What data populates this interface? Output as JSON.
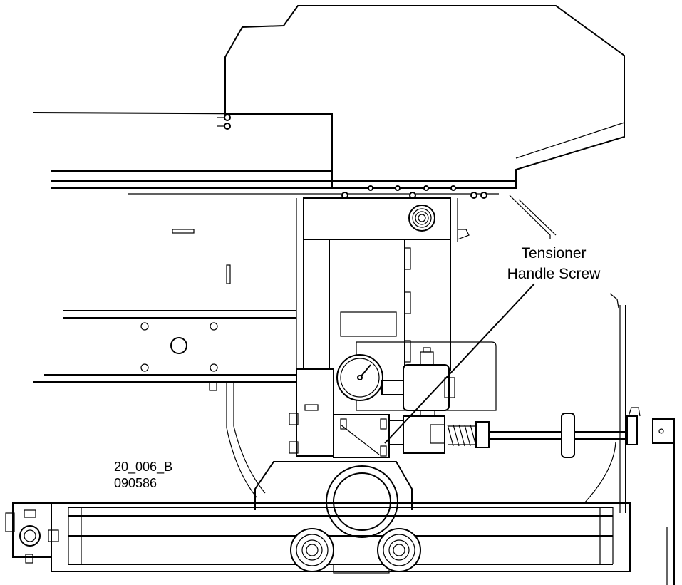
{
  "callout": {
    "line1": "Tensioner",
    "line2": "Handle Screw"
  },
  "figure_id": {
    "line1": "20_006_B",
    "line2": "090586"
  }
}
